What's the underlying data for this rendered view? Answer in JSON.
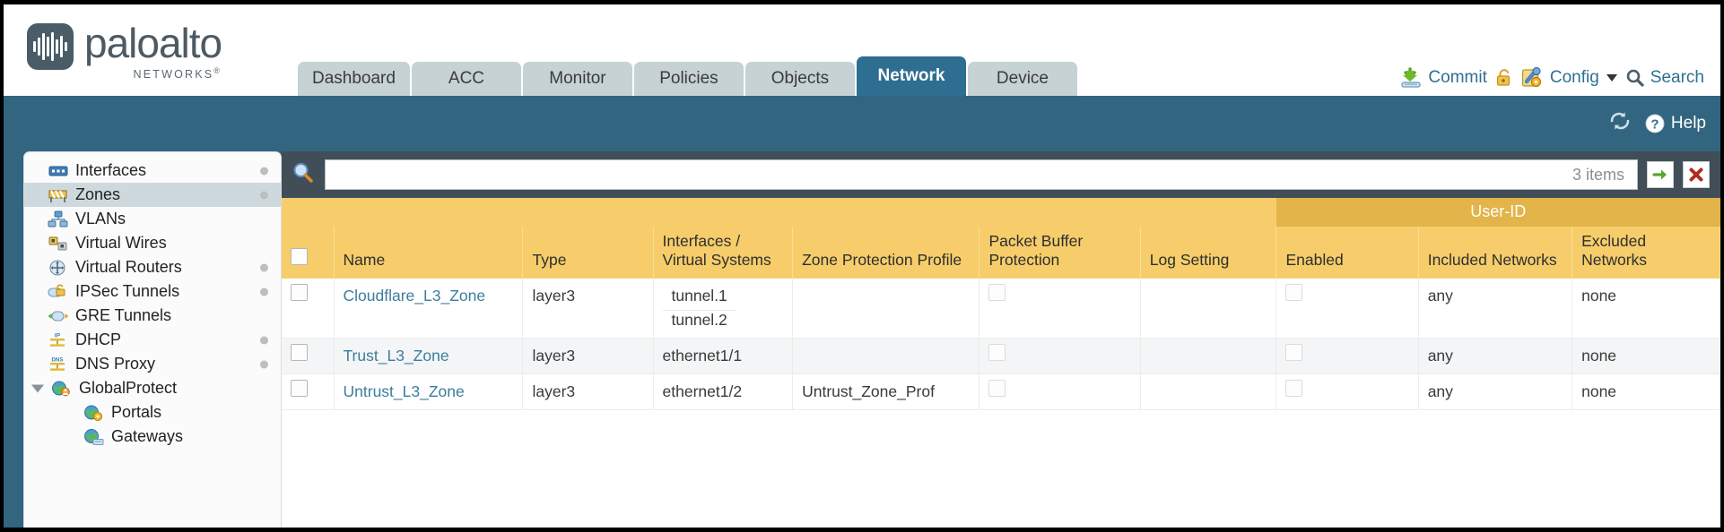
{
  "brand": {
    "name": "paloalto",
    "tagline": "NETWORKS",
    "registered": "®"
  },
  "nav": {
    "tabs": [
      {
        "label": "Dashboard",
        "active": false
      },
      {
        "label": "ACC",
        "active": false
      },
      {
        "label": "Monitor",
        "active": false
      },
      {
        "label": "Policies",
        "active": false
      },
      {
        "label": "Objects",
        "active": false
      },
      {
        "label": "Network",
        "active": true
      },
      {
        "label": "Device",
        "active": false
      }
    ]
  },
  "top_actions": {
    "commit": "Commit",
    "config": "Config",
    "search": "Search"
  },
  "subband": {
    "help": "Help"
  },
  "sidebar": {
    "items": [
      {
        "label": "Interfaces",
        "icon": "interfaces-icon",
        "selected": false,
        "dot": true,
        "indent": false,
        "expander": false
      },
      {
        "label": "Zones",
        "icon": "zones-icon",
        "selected": true,
        "dot": true,
        "indent": false,
        "expander": false
      },
      {
        "label": "VLANs",
        "icon": "vlans-icon",
        "selected": false,
        "dot": false,
        "indent": false,
        "expander": false
      },
      {
        "label": "Virtual Wires",
        "icon": "virtual-wires-icon",
        "selected": false,
        "dot": false,
        "indent": false,
        "expander": false
      },
      {
        "label": "Virtual Routers",
        "icon": "virtual-routers-icon",
        "selected": false,
        "dot": true,
        "indent": false,
        "expander": false
      },
      {
        "label": "IPSec Tunnels",
        "icon": "ipsec-tunnels-icon",
        "selected": false,
        "dot": true,
        "indent": false,
        "expander": false
      },
      {
        "label": "GRE Tunnels",
        "icon": "gre-tunnels-icon",
        "selected": false,
        "dot": false,
        "indent": false,
        "expander": false
      },
      {
        "label": "DHCP",
        "icon": "dhcp-icon",
        "selected": false,
        "dot": true,
        "indent": false,
        "expander": false
      },
      {
        "label": "DNS Proxy",
        "icon": "dns-proxy-icon",
        "selected": false,
        "dot": true,
        "indent": false,
        "expander": false
      },
      {
        "label": "GlobalProtect",
        "icon": "globalprotect-icon",
        "selected": false,
        "dot": false,
        "indent": false,
        "expander": true
      },
      {
        "label": "Portals",
        "icon": "portals-icon",
        "selected": false,
        "dot": false,
        "indent": true,
        "expander": false
      },
      {
        "label": "Gateways",
        "icon": "gateways-icon",
        "selected": false,
        "dot": false,
        "indent": true,
        "expander": false
      }
    ]
  },
  "search": {
    "value": "",
    "placeholder": "",
    "items_count": "3 items"
  },
  "table": {
    "group_header": "User-ID",
    "columns": [
      "Name",
      "Type",
      "Interfaces / Virtual Systems",
      "Zone Protection Profile",
      "Packet Buffer Protection",
      "Log Setting",
      "Enabled",
      "Included Networks",
      "Excluded Networks"
    ],
    "rows": [
      {
        "name": "Cloudflare_L3_Zone",
        "type": "layer3",
        "interfaces": [
          "tunnel.1",
          "tunnel.2"
        ],
        "zone_protection_profile": "",
        "packet_buffer_protection": false,
        "log_setting": "",
        "userid_enabled": false,
        "included_networks": "any",
        "excluded_networks": "none"
      },
      {
        "name": "Trust_L3_Zone",
        "type": "layer3",
        "interfaces": [
          "ethernet1/1"
        ],
        "zone_protection_profile": "",
        "packet_buffer_protection": false,
        "log_setting": "",
        "userid_enabled": false,
        "included_networks": "any",
        "excluded_networks": "none"
      },
      {
        "name": "Untrust_L3_Zone",
        "type": "layer3",
        "interfaces": [
          "ethernet1/2"
        ],
        "zone_protection_profile": "Untrust_Zone_Prof",
        "packet_buffer_protection": false,
        "log_setting": "",
        "userid_enabled": false,
        "included_networks": "any",
        "excluded_networks": "none"
      }
    ]
  },
  "colors": {
    "brand_blue": "#32657f",
    "active_tab": "#2e6e91",
    "header_amber": "#f6cd6a",
    "group_amber": "#e2b44a",
    "link": "#3e7d9c"
  }
}
